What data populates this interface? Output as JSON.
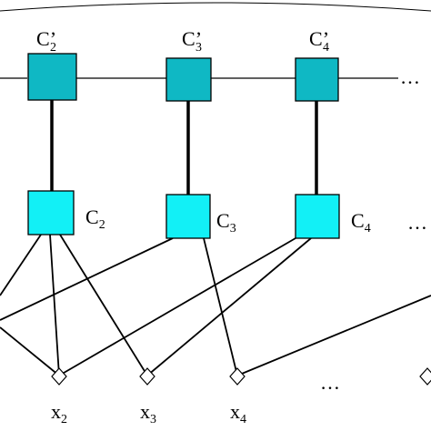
{
  "colors": {
    "top_node_fill": "#0fb8c4",
    "bottom_node_fill": "#12f0f6",
    "stroke": "#000000",
    "diamond_fill": "#ffffff"
  },
  "top_labels": [
    {
      "base": "C",
      "prime": "’",
      "sub": "2"
    },
    {
      "base": "C",
      "prime": "’",
      "sub": "3"
    },
    {
      "base": "C",
      "prime": "’",
      "sub": "4"
    }
  ],
  "bottom_labels": [
    {
      "base": "C",
      "sub": "2"
    },
    {
      "base": "C",
      "sub": "3"
    },
    {
      "base": "C",
      "sub": "4"
    }
  ],
  "x_labels": [
    {
      "base": "x",
      "sub": "2"
    },
    {
      "base": "x",
      "sub": "3"
    },
    {
      "base": "x",
      "sub": "4"
    }
  ],
  "ellipsis": "…"
}
